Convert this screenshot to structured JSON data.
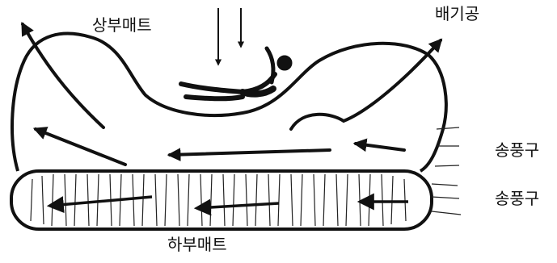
{
  "labels": {
    "upper_mat": "상부매트",
    "exhaust_port": "배기공",
    "blower_upper": "송풍구",
    "blower_lower": "송풍구",
    "lower_mat": "하부매트"
  },
  "colors": {
    "ink": "#111111",
    "background": "#ffffff"
  }
}
